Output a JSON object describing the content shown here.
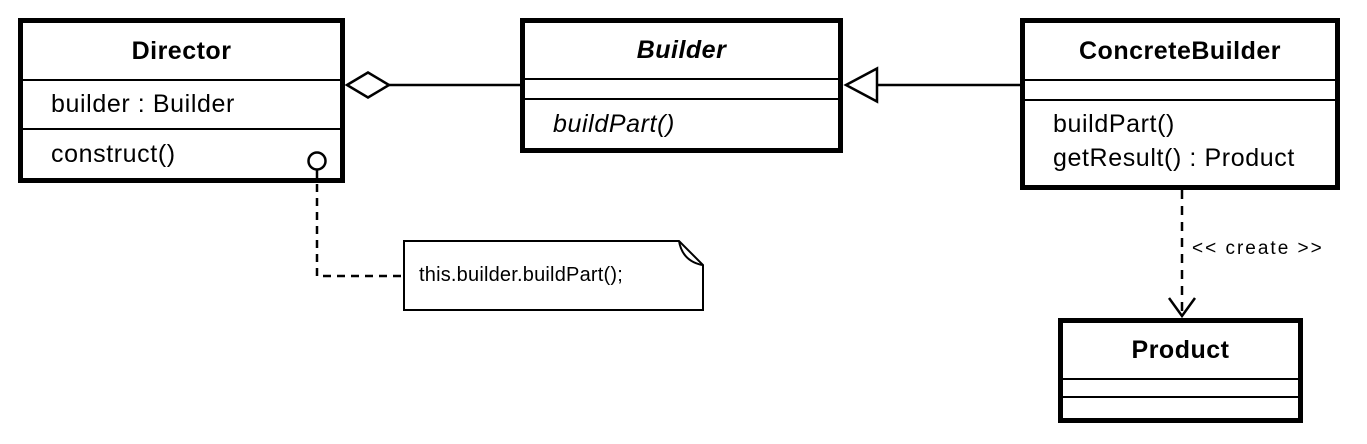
{
  "diagram": {
    "kind": "uml-class-diagram",
    "pattern": "Builder"
  },
  "classes": {
    "director": {
      "name": "Director",
      "attributes": [
        "builder : Builder"
      ],
      "methods": [
        "construct()"
      ]
    },
    "builder": {
      "name": "Builder",
      "abstract": true,
      "attributes": [],
      "methods": [
        "buildPart()"
      ]
    },
    "concrete_builder": {
      "name": "ConcreteBuilder",
      "attributes": [],
      "methods": [
        "buildPart()",
        "getResult() : Product"
      ]
    },
    "product": {
      "name": "Product",
      "attributes": [],
      "methods": []
    }
  },
  "note": {
    "text": "this.builder.buildPart();"
  },
  "connectors": [
    {
      "from": "Director",
      "to": "Builder",
      "type": "aggregation",
      "label": ""
    },
    {
      "from": "ConcreteBuilder",
      "to": "Builder",
      "type": "generalization",
      "label": ""
    },
    {
      "from": "ConcreteBuilder",
      "to": "Product",
      "type": "dependency",
      "label": "<< create >>"
    },
    {
      "from": "Director.construct()",
      "to": "note",
      "type": "note-anchor",
      "label": ""
    }
  ],
  "colors": {
    "line": "#000000",
    "background": "#ffffff",
    "shape_fill": "#ffffff"
  }
}
